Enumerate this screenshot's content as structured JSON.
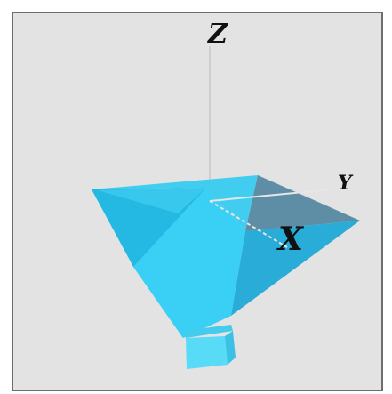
{
  "axes": {
    "z_label": "Z",
    "y_label": "Y",
    "x_label": "X"
  },
  "colors": {
    "background": "#e3e3e3",
    "border": "#6e6e6e",
    "axis_line": "#c8c8c8",
    "hopper_top_face": "#3ccbee",
    "hopper_left_face": "#22b6e0",
    "hopper_front_face": "#38d0f5",
    "hopper_right_face": "#27a9d4",
    "hopper_inner_dark": "#5a8fa6",
    "spout_front": "#55d8f5",
    "spout_side": "#3bbfe3"
  }
}
